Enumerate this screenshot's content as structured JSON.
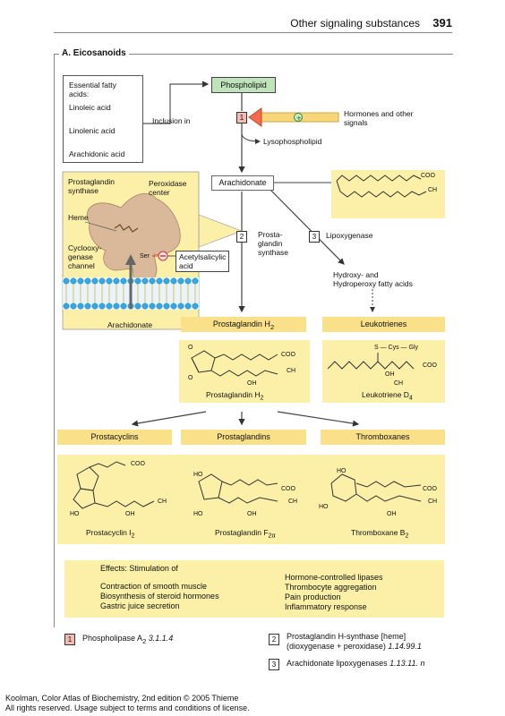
{
  "header": {
    "title": "Other signaling substances",
    "page_number": "391"
  },
  "section": {
    "title": "A. Eicosanoids"
  },
  "fatty_acids": {
    "title": "Essential fatty acids:",
    "items": [
      "Linoleic acid",
      "Linolenic acid",
      "Arachidonic acid"
    ]
  },
  "labels": {
    "inclusion": "Inclusion in",
    "phospholipid": "Phospholipid",
    "hormones": "Hormones and other signals",
    "lysophospholipid": "Lysophospholipid",
    "arachidonate": "Arachidonate",
    "prostaglandin_synthase_step": "Prosta-\nglandin\nsynthase",
    "lipoxygenase": "Lipoxygenase",
    "hydroxy": "Hydroxy- and\nHydroperoxy fatty acids",
    "prostaglandin_h2_bar": "Prostaglandin H",
    "leukotrienes_bar": "Leukotrienes"
  },
  "enzyme_panel": {
    "prostaglandin_synthase": "Prostaglandin\nsynthase",
    "peroxidase_center": "Peroxidase\ncenter",
    "heme": "Heme",
    "cyclooxygenase_channel": "Cyclooxy-\ngenase\nchannel",
    "ser": "Ser",
    "acetylsalicylic": "Acetylsalicylic\nacid",
    "arachidonate": "Arachidonate"
  },
  "structures": {
    "coo": "COO",
    "ch3": "CH",
    "o": "O",
    "h": "H",
    "oh": "OH",
    "ho": "HO",
    "s_cys_gly": "S — Cys — Gly",
    "pgh2": "Prostaglandin H",
    "ltd4": "Leukotriene D",
    "pgi2": "Prostacyclin I",
    "pgf2a": "Prostaglandin F",
    "txb2": "Thromboxane B"
  },
  "class_bars": [
    "Prostacyclins",
    "Prostaglandins",
    "Thromboxanes"
  ],
  "effects": {
    "title": "Effects: Stimulation of",
    "left": [
      "Contraction of smooth muscle",
      "Biosynthesis of steroid hormones",
      "Gastric juice secretion"
    ],
    "right": [
      "Hormone-controlled lipases",
      "Thrombocyte aggregation",
      "Pain production",
      "Inflammatory response"
    ]
  },
  "legend": [
    {
      "num": "1",
      "text": "Phospholipase A",
      "sub": "2",
      "ec": "3.1.1.4"
    },
    {
      "num": "2",
      "text": "Prostaglandin H-synthase [heme]\n(dioxygenase + peroxidase)",
      "ec": "1.14.99.1"
    },
    {
      "num": "3",
      "text": "Arachidonate lipoxygenases",
      "ec": "1.13.11. n"
    }
  ],
  "footer": {
    "line1": "Koolman, Color Atlas of Biochemistry, 2nd edition © 2005 Thieme",
    "line2": "All rights reserved. Usage subject to terms and conditions of license."
  },
  "colors": {
    "yellow_panel": "#fcf0a8",
    "label_bar": "#fbe08a",
    "green": "#bfe3ba",
    "enzyme": "#d9b99a",
    "membrane": "#3aa8e0",
    "arrow_yellow": "#f7d77a"
  }
}
